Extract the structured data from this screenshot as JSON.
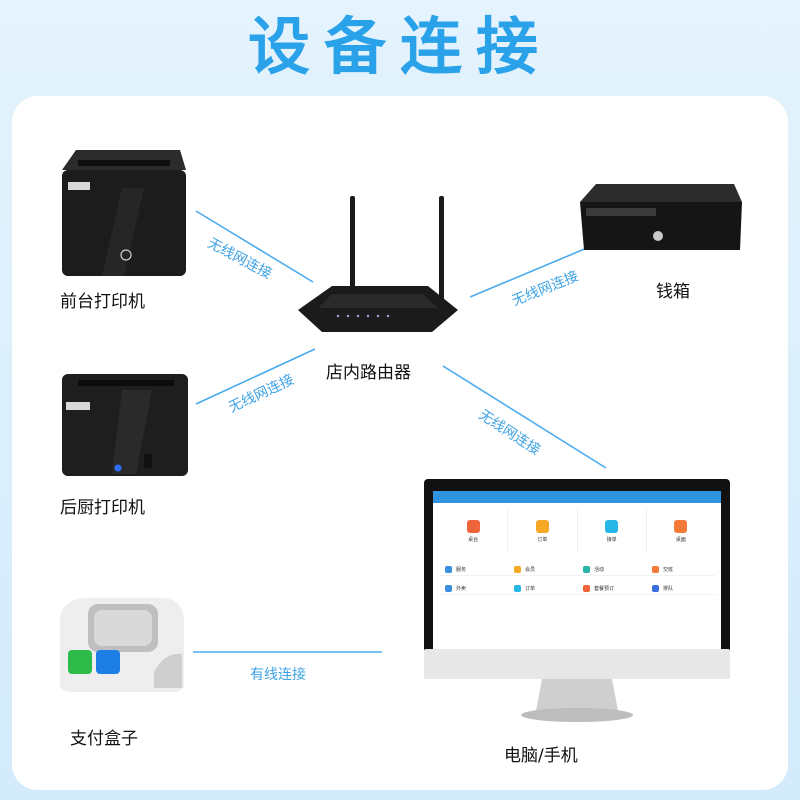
{
  "title": "设备连接",
  "devices": {
    "front_printer": "前台打印机",
    "kitchen_printer": "后厨打印机",
    "router": "店内路由器",
    "cash_box": "钱箱",
    "pay_box": "支付盒子",
    "computer": "电脑/手机"
  },
  "connections": {
    "wireless": "无线网连接",
    "wired": "有线连接"
  },
  "screen": {
    "tiles": [
      {
        "label": "桌台",
        "color": "#f0643c"
      },
      {
        "label": "订单",
        "color": "#f4a823"
      },
      {
        "label": "接单",
        "color": "#27b6e8"
      },
      {
        "label": "桌面",
        "color": "#f47a3a"
      }
    ],
    "grid": [
      {
        "label": "服务",
        "color": "#3a8fe0"
      },
      {
        "label": "会员",
        "color": "#f4a823"
      },
      {
        "label": "活动",
        "color": "#27b6a8"
      },
      {
        "label": "交班",
        "color": "#f47a3a"
      },
      {
        "label": "外卖",
        "color": "#3a8fe0"
      },
      {
        "label": "订单",
        "color": "#27b6e8"
      },
      {
        "label": "套餐预订",
        "color": "#f0643c"
      },
      {
        "label": "排队",
        "color": "#3a6fe0"
      }
    ]
  },
  "colors": {
    "accent": "#2aa2ea",
    "line": "#4aabee"
  }
}
